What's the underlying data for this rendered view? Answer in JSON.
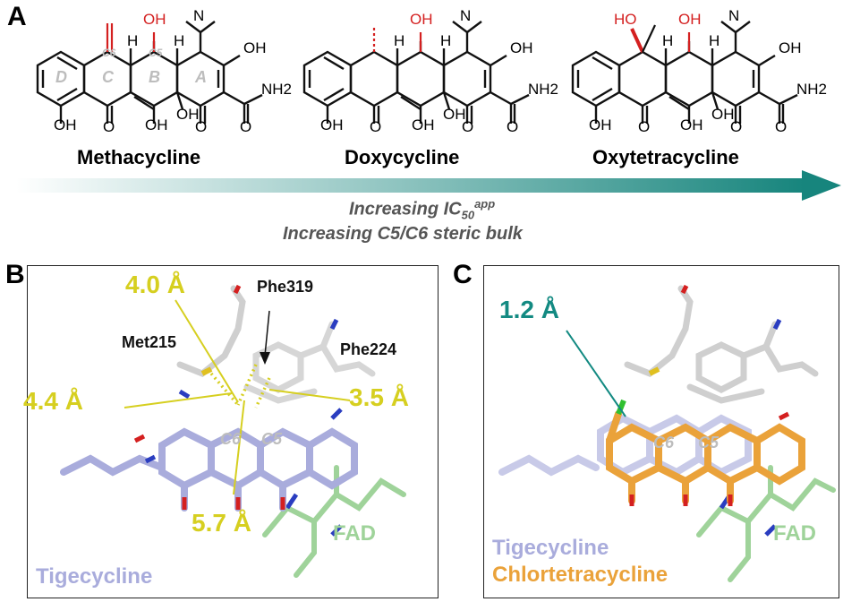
{
  "panel_a": {
    "letter": "A",
    "compounds": [
      {
        "name": "Methacycline"
      },
      {
        "name": "Doxycycline"
      },
      {
        "name": "Oxytetracycline"
      }
    ],
    "ring_labels": [
      "D",
      "C",
      "B",
      "A"
    ],
    "position_labels": [
      "C6",
      "C5"
    ],
    "atoms": {
      "oh": "OH",
      "nh2": "NH2",
      "n": "N",
      "o": "O",
      "h": "H",
      "ho": "HO"
    },
    "trend_line1_prefix": "Increasing IC",
    "trend_line1_sub": "50",
    "trend_line1_sup": "app",
    "trend_line2": "Increasing C5/C6 steric bulk",
    "arrow_color": "#17857d"
  },
  "panel_b": {
    "letter": "B",
    "residues": {
      "met": "Met215",
      "phe319": "Phe319",
      "phe224": "Phe224"
    },
    "distances": {
      "d1": "4.0 Å",
      "d2": "4.4 Å",
      "d3": "3.5 Å",
      "d4": "5.7 Å"
    },
    "ring_labels": {
      "c6": "C6",
      "c5": "C5"
    },
    "ligand": "Tigecycline",
    "cofactor": "FAD",
    "colors": {
      "distance": "#d6cf20",
      "tigecycline": "#a9acdc",
      "fad": "#9fd39a"
    }
  },
  "panel_c": {
    "letter": "C",
    "distance": "1.2 Å",
    "ring_labels": {
      "c6": "C6",
      "c5": "C5"
    },
    "ligand1": "Tigecycline",
    "ligand2": "Chlortetracycline",
    "cofactor": "FAD",
    "colors": {
      "distance": "#138a82",
      "tigecycline": "#a9acdc",
      "chlortetracycline": "#eaa23a",
      "fad": "#9fd39a"
    }
  }
}
